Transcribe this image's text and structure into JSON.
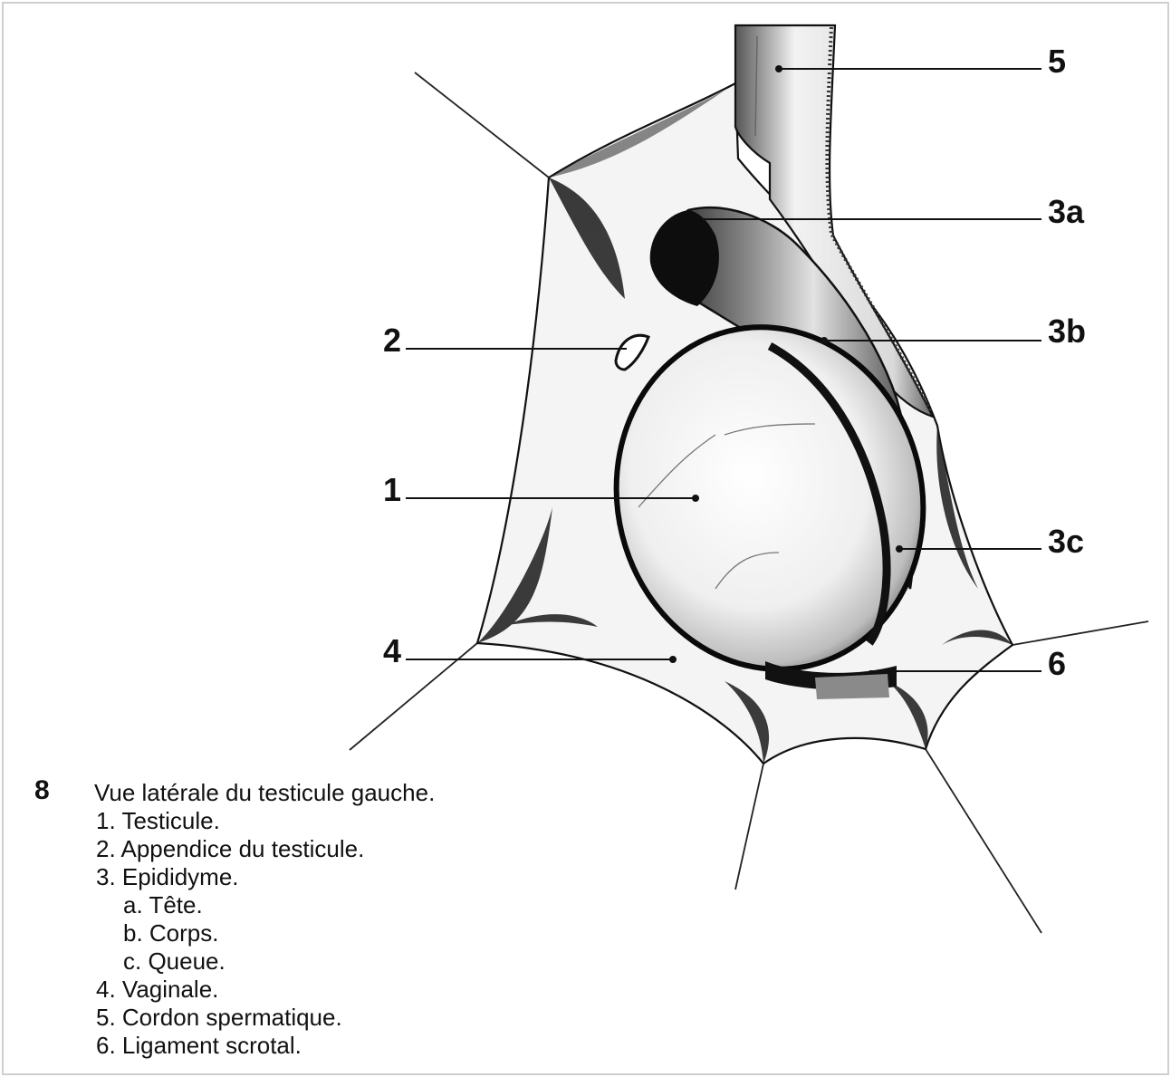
{
  "figure": {
    "callouts": {
      "c1": "1",
      "c2": "2",
      "c3a": "3a",
      "c3b": "3b",
      "c3c": "3c",
      "c4": "4",
      "c5": "5",
      "c6": "6"
    }
  },
  "legend": {
    "figure_number": "8",
    "title": "Vue latérale du testicule gauche.",
    "items": [
      "1. Testicule.",
      "2. Appendice du testicule.",
      "3. Epididyme.",
      "a. Tête.",
      "b. Corps.",
      "c. Queue.",
      "4. Vaginale.",
      "5. Cordon spermatique.",
      "6. Ligament scrotal."
    ]
  }
}
